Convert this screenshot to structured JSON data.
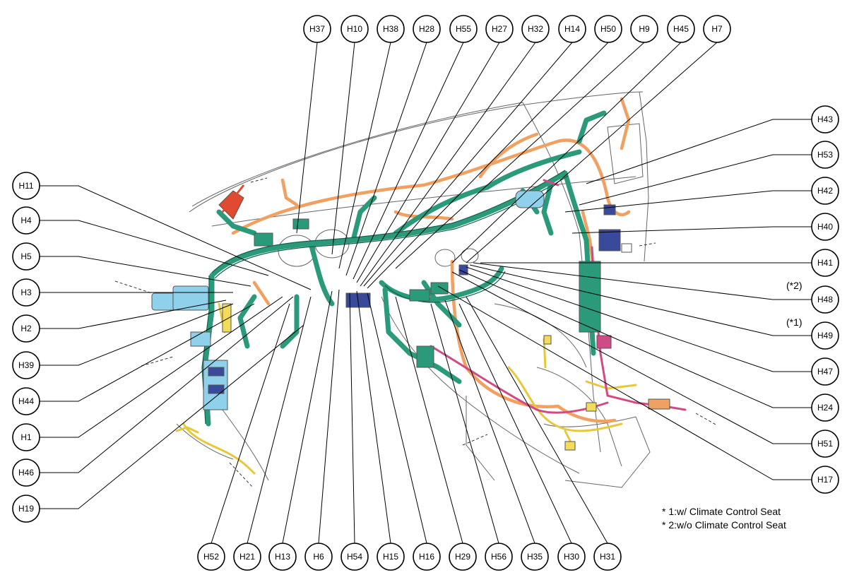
{
  "colors": {
    "harness_green": "#2a9a7a",
    "harness_green_dark": "#0e5e48",
    "harness_orange": "#f0a060",
    "harness_yellow": "#f2dc5a",
    "harness_pink": "#d04a86",
    "component_blue": "#8fd0ea",
    "component_navy": "#3a4a9a",
    "connector_red": "#e04a30",
    "outline": "#555555"
  },
  "top_labels": [
    "H37",
    "H10",
    "H38",
    "H28",
    "H55",
    "H27",
    "H32",
    "H14",
    "H50",
    "H9",
    "H45",
    "H7"
  ],
  "left_labels": [
    "H11",
    "H4",
    "H5",
    "H3",
    "H2",
    "H39",
    "H44",
    "H1",
    "H46",
    "H19"
  ],
  "right_labels": [
    "H43",
    "H53",
    "H42",
    "H40",
    "H41",
    "H48",
    "H49",
    "H47",
    "H24",
    "H51",
    "H17"
  ],
  "bottom_labels": [
    "H52",
    "H21",
    "H13",
    "H6",
    "H54",
    "H15",
    "H16",
    "H29",
    "H56",
    "H35",
    "H30",
    "H31"
  ],
  "side_notes": {
    "h48": "(*2)",
    "h49": "(*1)"
  },
  "footnotes": [
    "* 1:w/ Climate Control Seat",
    "* 2:w/o Climate Control Seat"
  ]
}
